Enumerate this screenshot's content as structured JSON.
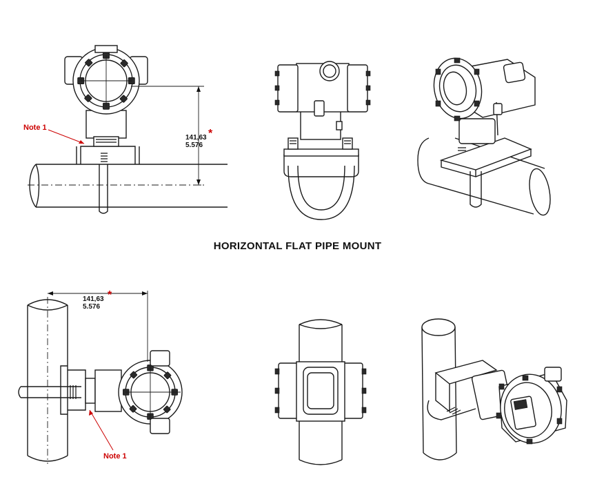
{
  "section_titles": {
    "horizontal": "HORIZONTAL FLAT PIPE MOUNT"
  },
  "dimension": {
    "metric": "141,63",
    "imperial": "5.576",
    "marker": "*"
  },
  "note_label": "Note 1"
}
